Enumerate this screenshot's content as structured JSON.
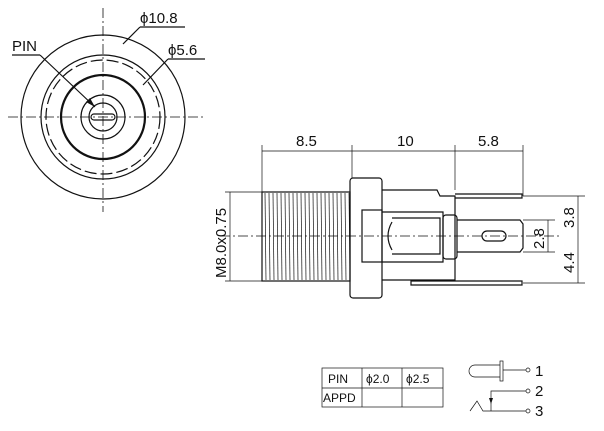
{
  "front_view": {
    "pin_label": "PIN",
    "outer_diameter": "ϕ10.8",
    "inner_diameter": "ϕ5.6"
  },
  "side_view": {
    "dim_thread_length": "8.5",
    "dim_body_length": "10",
    "dim_terminal_length": "5.8",
    "dim_thread": "M8.0x0.75",
    "dim_pin_width": "2.8",
    "dim_top_terminal": "3.8",
    "dim_bottom_terminal": "4.4"
  },
  "table": {
    "headers": [
      "PIN",
      "ϕ2.0",
      "ϕ2.5"
    ],
    "rows": [
      [
        "APPD",
        "",
        ""
      ]
    ]
  },
  "schematic": {
    "pins": [
      "1",
      "2",
      "3"
    ]
  }
}
